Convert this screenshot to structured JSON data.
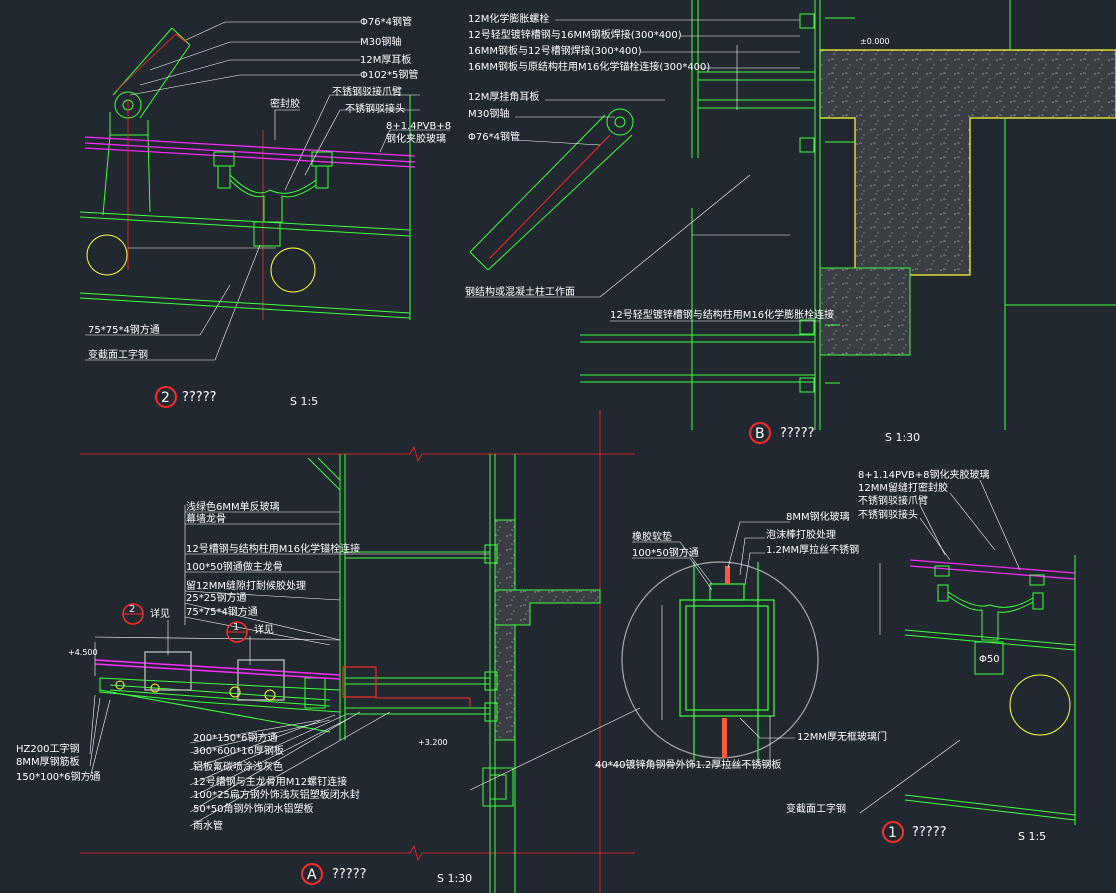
{
  "colors": {
    "background": "#212830",
    "green": "#3cff3c",
    "red": "#ff2a2a",
    "magenta": "#ff2aff",
    "yellow": "#ffff33",
    "gray": "#a8a8a8",
    "white": "#ffffff"
  },
  "detail2": {
    "marker": "2",
    "title": "?????",
    "scale": "S 1:5",
    "labels": [
      "Φ76*4钢管",
      "M30钢轴",
      "12M厚耳板",
      "Φ102*5钢管",
      "密封胶",
      "不锈钢驳接爪臂",
      "不锈钢驳接头",
      "8+1.4PVB+8",
      "钢化夹胶玻璃",
      "75*75*4钢方通",
      "变截面工字钢"
    ]
  },
  "detailB": {
    "marker": "B",
    "title": "?????",
    "scale": "S 1:30",
    "level": "±0.000",
    "labels": [
      "12M化学膨胀螺栓",
      "12号轻型镀锌槽钢与16MM钢板焊接(300*400)",
      "16MM钢板与12号槽钢焊接(300*400)",
      "16MM钢板与原结构柱用M16化学锚栓连接(300*400)",
      "12M厚挂角耳板",
      "M30钢轴",
      "Φ76*4钢管",
      "钢结构或混凝土柱工作面",
      "12号轻型镀锌槽钢与结构柱用M16化学膨胀栓连接"
    ]
  },
  "detailA": {
    "marker": "A",
    "title": "?????",
    "scale": "S 1:30",
    "level_left": "+4.500",
    "level_bottom": "+3.200",
    "callout1": "1",
    "callout2": "2",
    "callout_note": "详见",
    "labels": [
      "浅绿色6MM单反玻璃",
      "幕墙龙骨",
      "12号槽钢与结构柱用M16化学锚栓连接",
      "100*50钢通做主龙骨",
      "留12MM缝隙打耐候胶处理",
      "25*25钢方通",
      "75*75*4钢方通",
      "HZ200工字钢",
      "8MM厚钢筋板",
      "150*100*6钢方通",
      "200*150*6钢方通",
      "300*600*16厚钢板",
      "铝板氟碳喷涂浅灰色",
      "12号槽钢与主龙骨用M12螺钉连接",
      "100*25扁方钢外饰浅灰铝塑板闭水封",
      "50*50角钢外饰闭水铝塑板",
      "雨水管"
    ]
  },
  "detail1": {
    "marker": "1",
    "title": "?????",
    "scale": "S 1:5",
    "bolt_label": "Φ50",
    "labels": [
      "8+1.14PVB+8钢化夹胶玻璃",
      "12MM留缝打密封胶",
      "不锈钢驳接爪臂",
      "不锈钢驳接头",
      "变截面工字钢"
    ]
  },
  "detailC": {
    "labels": [
      "橡胶软垫",
      "100*50钢方通",
      "8MM钢化玻璃",
      "泡沫棒打胶处理",
      "1.2MM厚拉丝不锈钢",
      "12MM厚无框玻璃门",
      "40*40镀锌角钢骨外饰1.2厚拉丝不锈钢板"
    ]
  }
}
